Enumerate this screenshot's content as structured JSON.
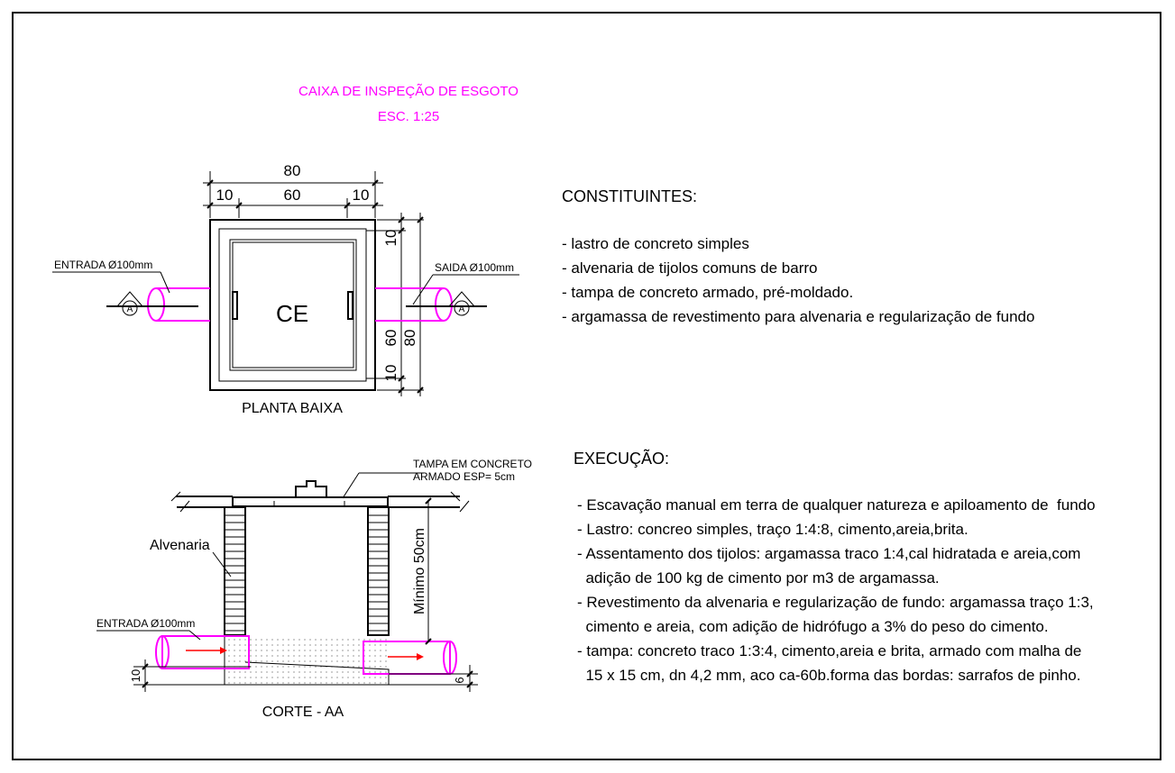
{
  "title": "CAIXA DE INSPEÇÃO DE ESGOTO",
  "scale": "ESC. 1:25",
  "colors": {
    "accent": "#ff00ff",
    "arrow": "#ff0000",
    "ink": "#000000"
  },
  "plan": {
    "dim_total": "80",
    "dim_left": "10",
    "dim_mid": "60",
    "dim_right": "10",
    "dim_v_top": "10",
    "dim_v_mid": "60",
    "dim_v_bot": "10",
    "dim_v_total": "80",
    "center_label": "CE",
    "inlet_label": "ENTRADA Ø100mm",
    "outlet_label": "SAIDA Ø100mm",
    "section_mark": "A",
    "caption": "PLANTA BAIXA"
  },
  "section": {
    "lid_label_1": "TAMPA EM CONCRETO",
    "lid_label_2": "ARMADO ESP= 5cm",
    "wall_label": "Alvenaria",
    "inlet_label": "ENTRADA Ø100mm",
    "min_depth": "Mínimo 50cm",
    "dim_left": "10",
    "dim_right": "6",
    "caption": "CORTE - AA"
  },
  "constituintes": {
    "heading": "CONSTITUINTES:",
    "items": [
      "- lastro de concreto simples",
      "- alvenaria de tijolos comuns de barro",
      "- tampa de concreto armado, pré-moldado.",
      "- argamassa de revestimento para alvenaria e regularização de fundo"
    ]
  },
  "execucao": {
    "heading": "EXECUÇÃO:",
    "lines": [
      "- Escavação manual em terra de qualquer natureza e apiloamento de  fundo",
      "- Lastro: concreo simples, traço 1:4:8, cimento,areia,brita.",
      "- Assentamento dos tijolos: argamassa traco 1:4,cal hidratada e areia,com",
      "  adição de 100 kg de cimento por m3 de argamassa.",
      "- Revestimento da alvenaria e regularização de fundo: argamassa traço 1:3,",
      "  cimento e areia, com adição de hidrófugo a 3% do peso do cimento.",
      "- tampa: concreto traco 1:3:4, cimento,areia e brita, armado com malha de",
      "  15 x 15 cm, dn 4,2 mm, aco ca-60b.forma das bordas: sarrafos de pinho."
    ]
  }
}
